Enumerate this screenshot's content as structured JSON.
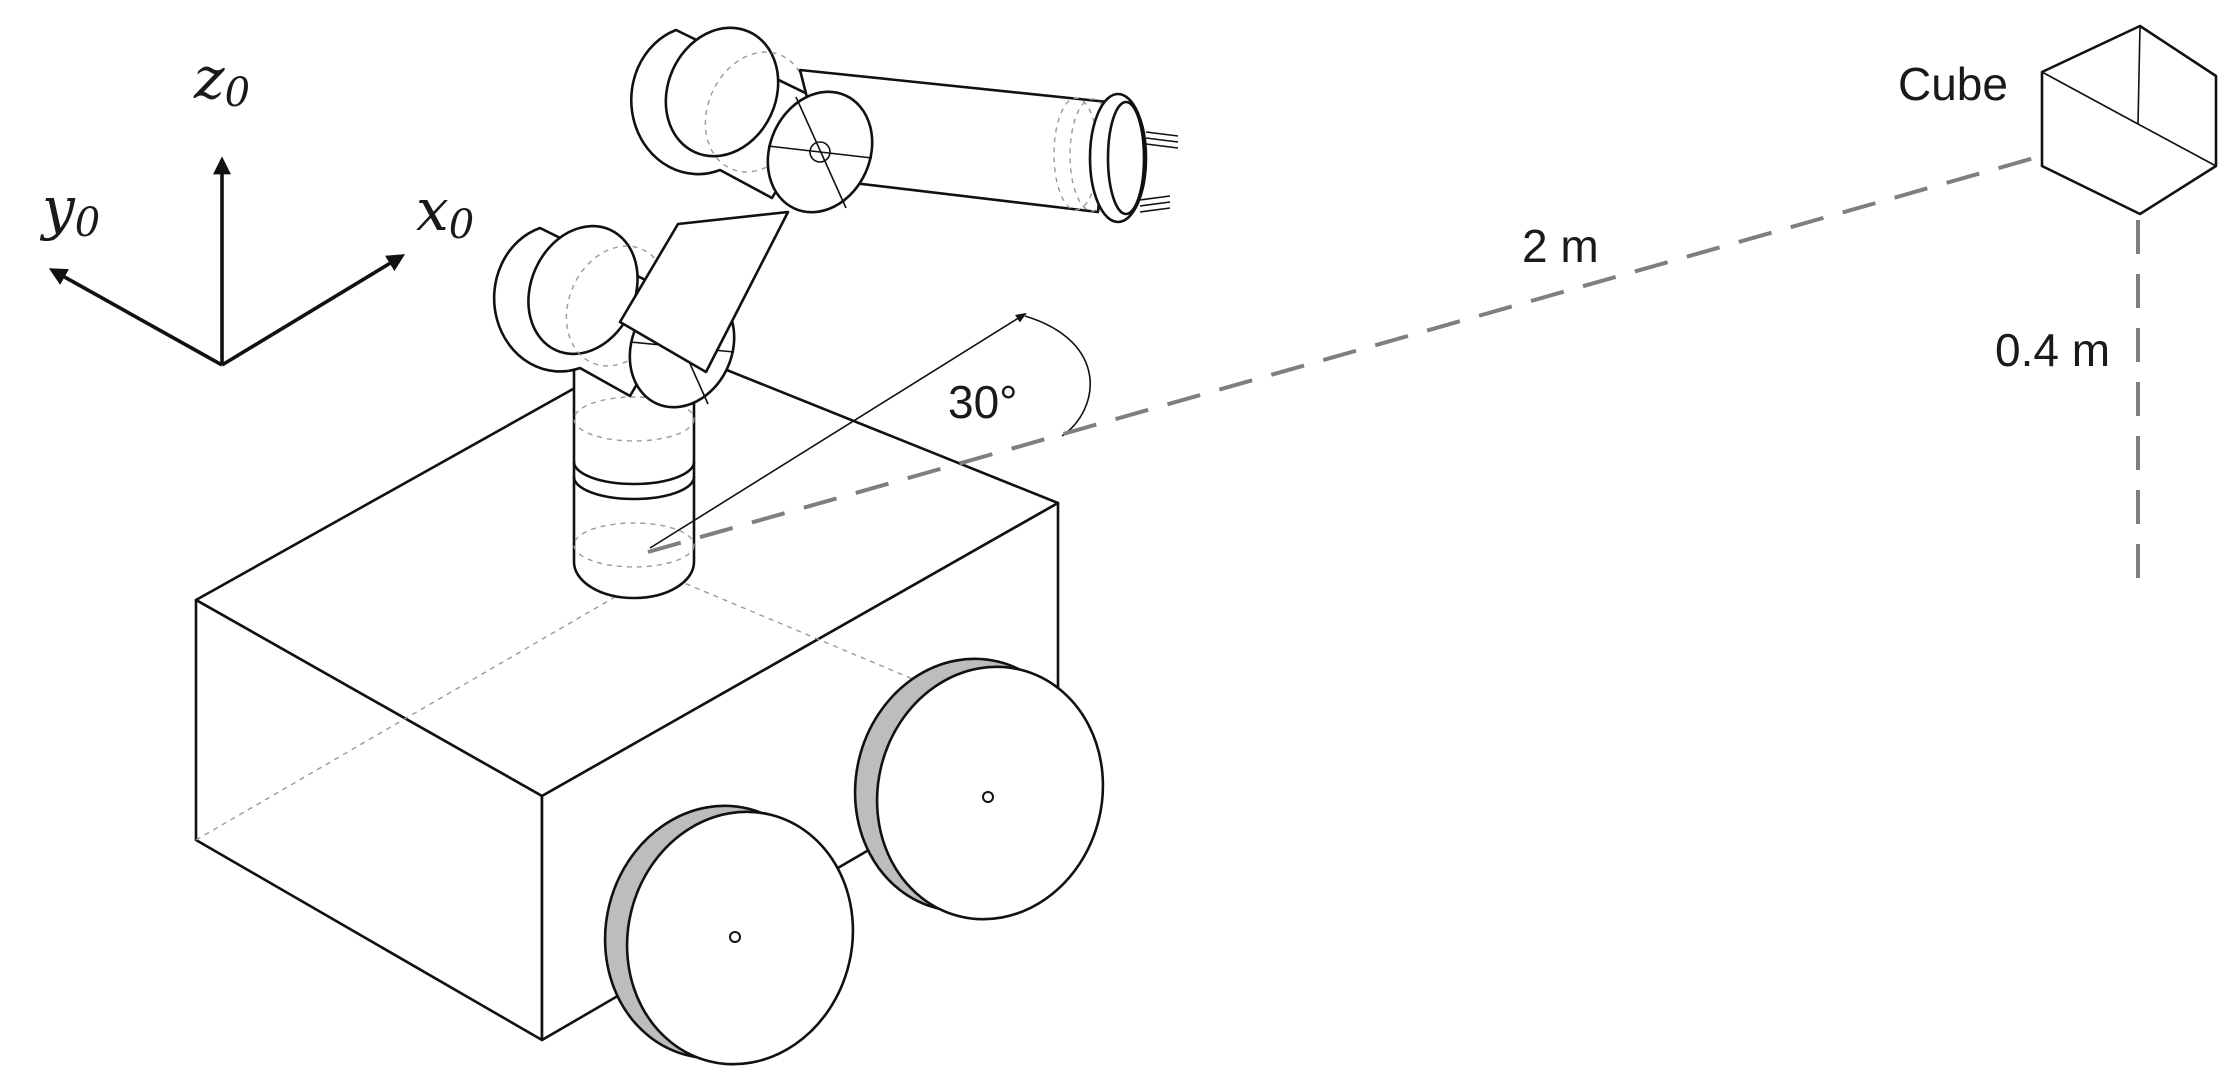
{
  "frame": {
    "z_main": "z",
    "z_sub": "0",
    "y_main": "y",
    "y_sub": "0",
    "x_main": "x",
    "x_sub": "0"
  },
  "labels": {
    "cube": "Cube",
    "distance": "2 m",
    "height": "0.4 m",
    "angle": "30°"
  },
  "colors": {
    "line": "#111111",
    "dimension": "#7f7f7f",
    "wheel_rim": "#bdbdbd"
  }
}
